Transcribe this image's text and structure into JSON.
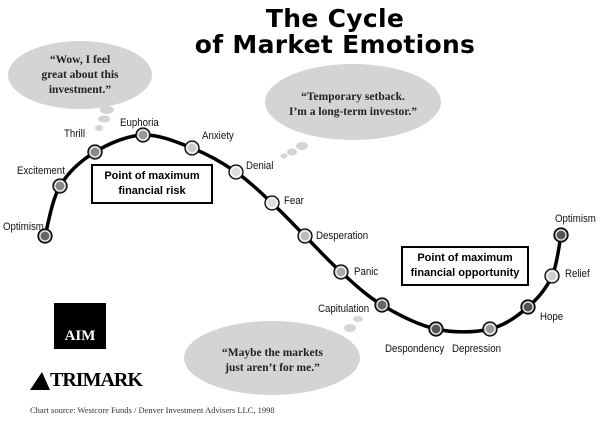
{
  "title_line1": "The Cycle",
  "title_line2": "of Market Emotions",
  "stages": [
    {
      "label": "Optimism",
      "shade": "#666666"
    },
    {
      "label": "Excitement",
      "shade": "#888888"
    },
    {
      "label": "Thrill",
      "shade": "#888888"
    },
    {
      "label": "Euphoria",
      "shade": "#999999"
    },
    {
      "label": "Anxiety",
      "shade": "#cccccc"
    },
    {
      "label": "Denial",
      "shade": "#dddddd"
    },
    {
      "label": "Fear",
      "shade": "#dddddd"
    },
    {
      "label": "Desperation",
      "shade": "#bbbbbb"
    },
    {
      "label": "Panic",
      "shade": "#aaaaaa"
    },
    {
      "label": "Capitulation",
      "shade": "#666666"
    },
    {
      "label": "Despondency",
      "shade": "#555555"
    },
    {
      "label": "Depression",
      "shade": "#999999"
    },
    {
      "label": "Hope",
      "shade": "#555555"
    },
    {
      "label": "Relief",
      "shade": "#cccccc"
    },
    {
      "label": "Optimism",
      "shade": "#555555"
    }
  ],
  "bubbles": {
    "top_left": {
      "line1": "“Wow, I feel",
      "line2": "great about this",
      "line3": "investment.”"
    },
    "top_right": {
      "line1": "“Temporary setback.",
      "line2": "I’m a long-term investor.”"
    },
    "bottom": {
      "line1": "“Maybe the markets",
      "line2": "just aren’t for me.”"
    }
  },
  "boxes": {
    "risk": {
      "line1": "Point of maximum",
      "line2": "financial risk"
    },
    "opportunity": {
      "line1": "Point of maximum",
      "line2": "financial opportunity"
    }
  },
  "logos": {
    "aim": "AIM",
    "trimark": "TRIMARK"
  },
  "source": "Chart source: Westcore Funds / Denver Investment Advisers LLC, 1998",
  "colors": {
    "bubble": "#d4d4d4",
    "line": "#000000"
  }
}
